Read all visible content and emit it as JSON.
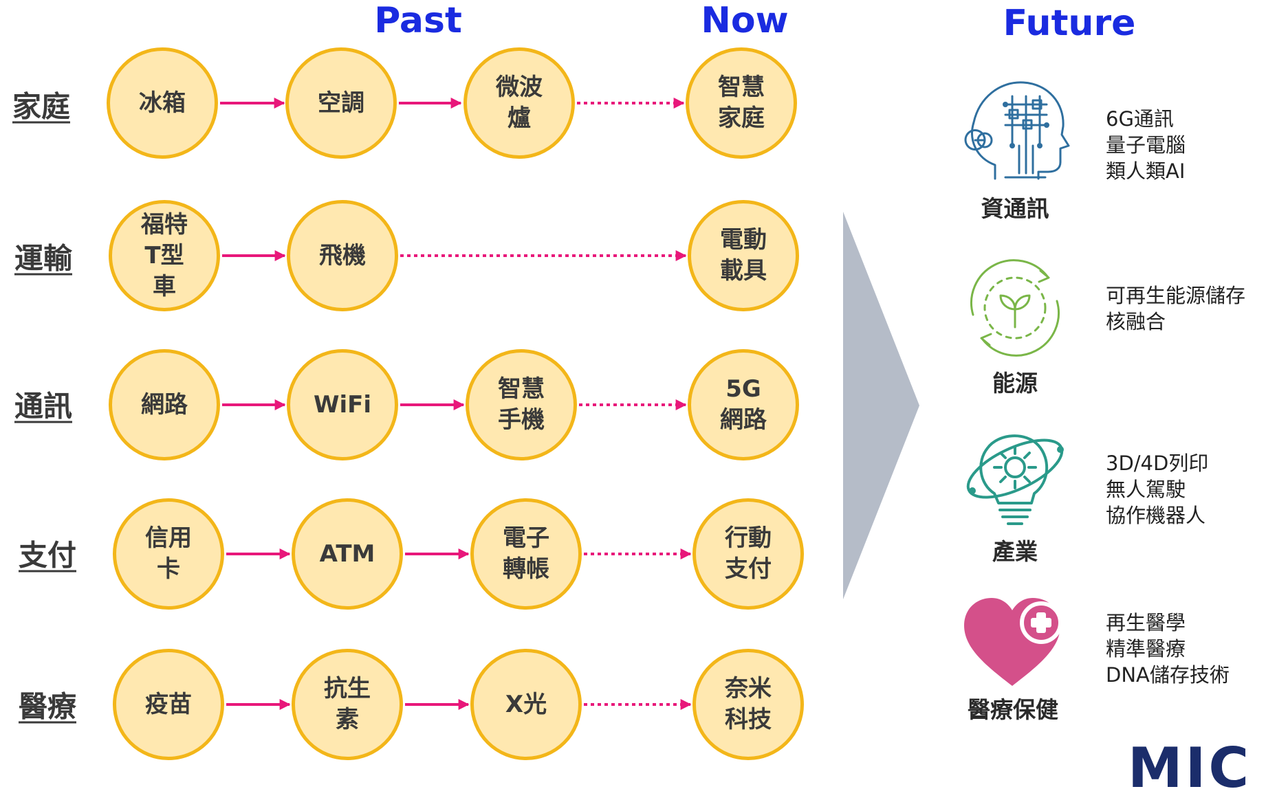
{
  "headers": {
    "past": "Past",
    "now": "Now",
    "future": "Future"
  },
  "rows": [
    {
      "label": "家庭",
      "nodes": [
        "冰箱",
        "空調",
        "微波\n爐",
        "智慧\n家庭"
      ]
    },
    {
      "label": "運輸",
      "nodes": [
        "福特\nT型\n車",
        "飛機",
        "電動\n載具"
      ]
    },
    {
      "label": "通訊",
      "nodes": [
        "網路",
        "WiFi",
        "智慧\n手機",
        "5G\n網路"
      ]
    },
    {
      "label": "支付",
      "nodes": [
        "信用\n卡",
        "ATM",
        "電子\n轉帳",
        "行動\n支付"
      ]
    },
    {
      "label": "醫療",
      "nodes": [
        "疫苗",
        "抗生\n素",
        "X光",
        "奈米\n科技"
      ]
    }
  ],
  "future": [
    {
      "title": "資通訊",
      "icon": "ai-head-icon",
      "items": [
        "6G通訊",
        "量子電腦",
        "類人類AI"
      ]
    },
    {
      "title": "能源",
      "icon": "renewable-sprout-icon",
      "items": [
        "可再生能源儲存",
        "核融合"
      ]
    },
    {
      "title": "產業",
      "icon": "gear-lightbulb-icon",
      "items": [
        "3D/4D列印",
        "無人駕駛",
        "協作機器人"
      ]
    },
    {
      "title": "醫療保健",
      "icon": "heart-plus-icon",
      "items": [
        "再生醫學",
        "精準醫療",
        "DNA儲存技術"
      ]
    }
  ],
  "logo": "MIC",
  "colors": {
    "header": "#1a2be0",
    "circle_fill": "#ffe8b0",
    "circle_border": "#f3b619",
    "arrow": "#e8177a",
    "chevron": "#b5bcc8",
    "it_icon": "#2f6f9f",
    "energy_icon": "#7ab648",
    "industry_icon": "#2a9a8a",
    "health_icon": "#d4508a"
  }
}
